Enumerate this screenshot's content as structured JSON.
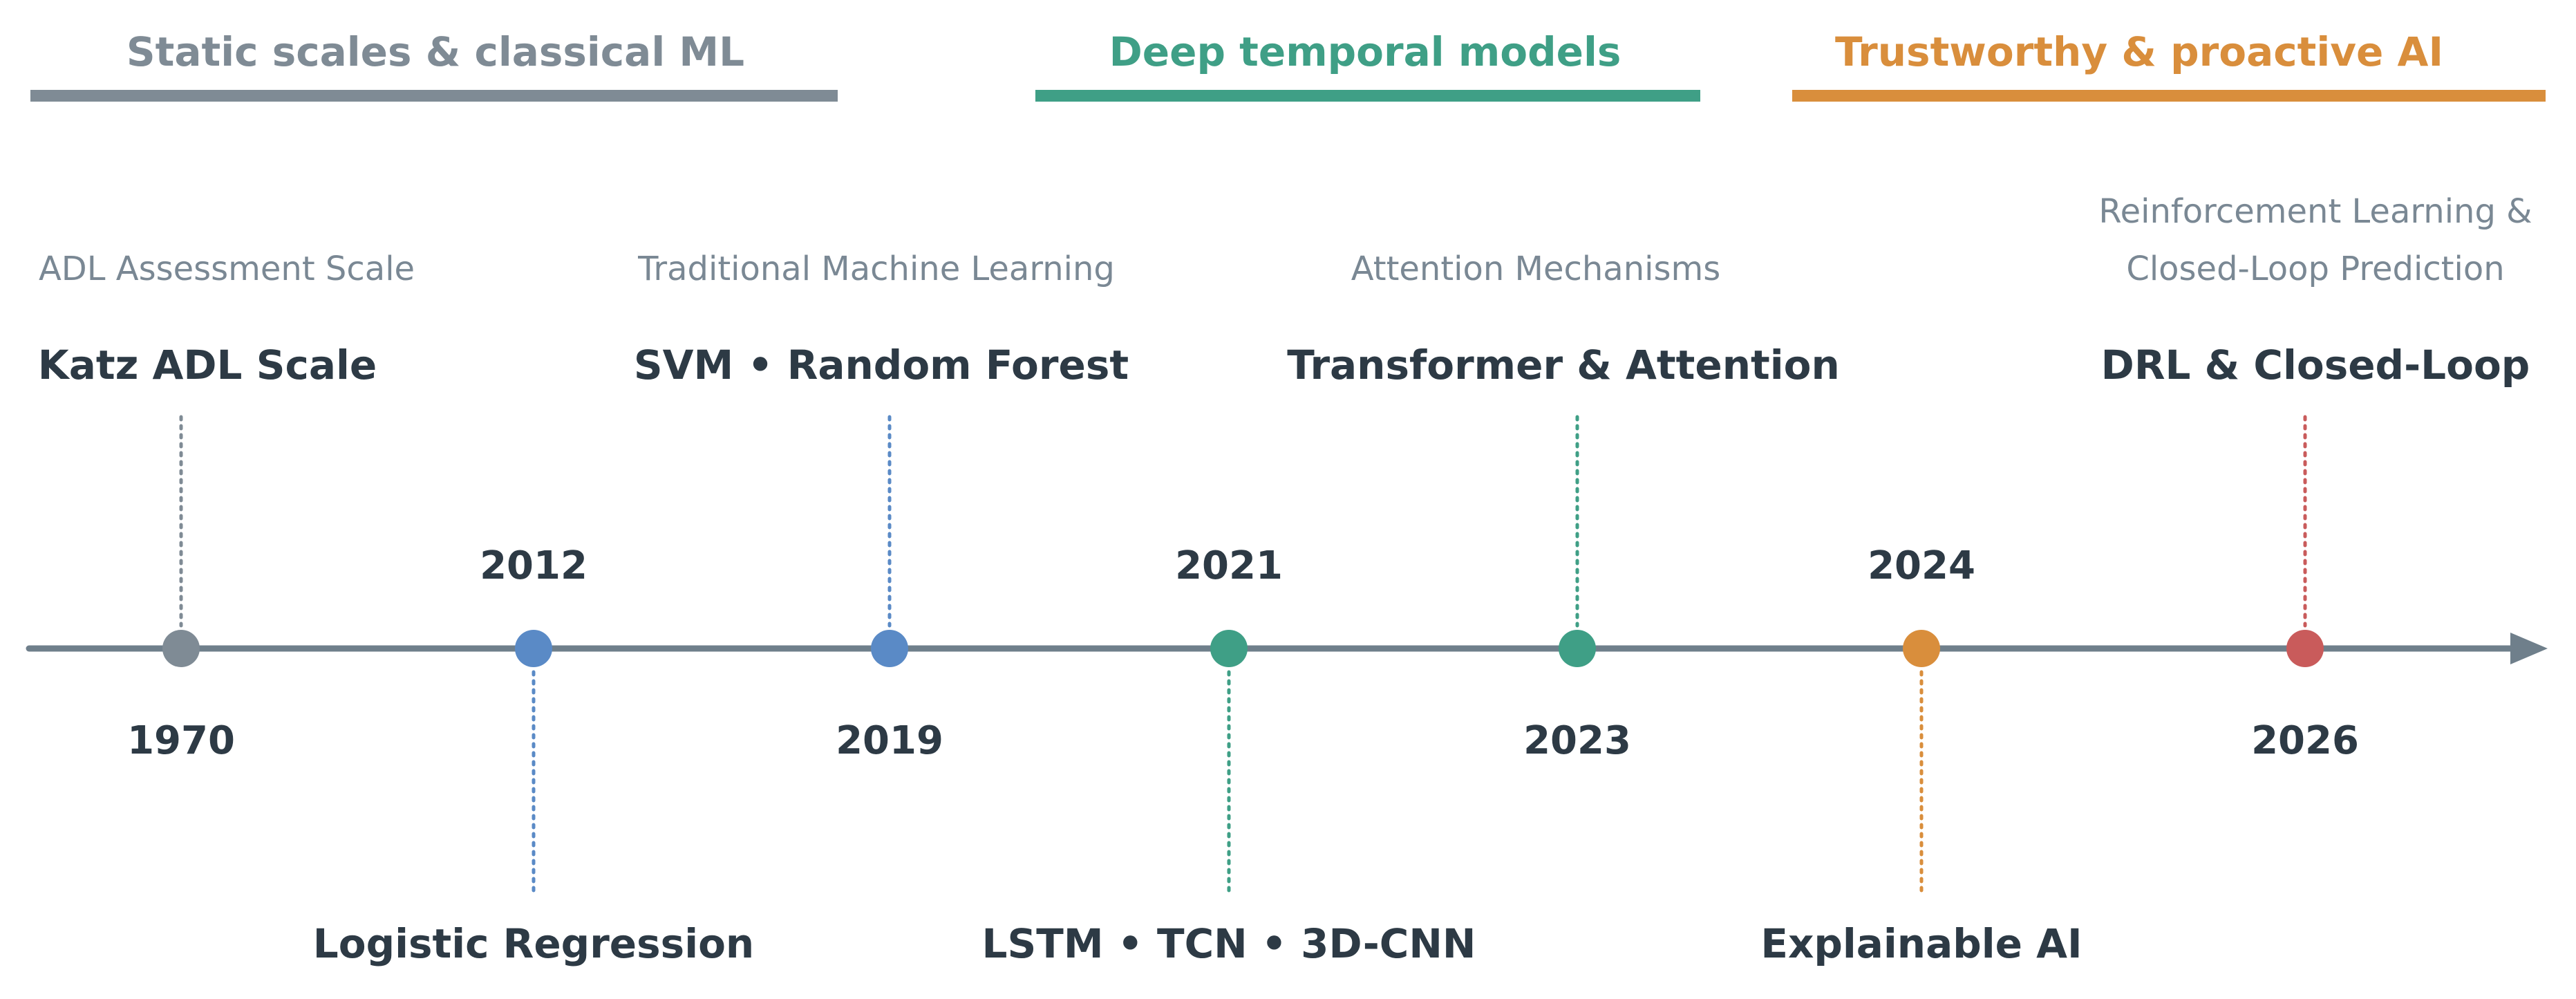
{
  "colors": {
    "gray": "#7f8b95",
    "blue": "#5a8ac6",
    "teal": "#3f9f86",
    "orange": "#d98e3c",
    "red": "#c95b5b",
    "axis": "#6f7f8b",
    "text_dark": "#2d3a45",
    "text_light": "#7a8894"
  },
  "phases": [
    {
      "label": "Static scales & classical ML",
      "color": "#7f8b95"
    },
    {
      "label": "Deep temporal models",
      "color": "#3f9f86"
    },
    {
      "label": "Trustworthy & proactive AI",
      "color": "#d98e3c"
    }
  ],
  "milestones": [
    {
      "year": "1970",
      "side": "top",
      "color": "#7f8b95",
      "category": [
        "ADL Assessment Scale"
      ],
      "method": "Katz ADL Scale"
    },
    {
      "year": "2012",
      "side": "bottom",
      "color": "#5a8ac6",
      "category": [],
      "method": "Logistic Regression"
    },
    {
      "year": "2019",
      "side": "top",
      "color": "#5a8ac6",
      "category": [
        "Traditional Machine Learning"
      ],
      "method": "SVM  •  Random Forest"
    },
    {
      "year": "2021",
      "side": "bottom",
      "color": "#3f9f86",
      "category": [],
      "method": "LSTM  •  TCN  •  3D-CNN"
    },
    {
      "year": "2023",
      "side": "top",
      "color": "#3f9f86",
      "category": [
        "Attention Mechanisms"
      ],
      "method": "Transformer & Attention"
    },
    {
      "year": "2024",
      "side": "bottom",
      "color": "#d98e3c",
      "category": [],
      "method": "Explainable AI"
    },
    {
      "year": "2026",
      "side": "top",
      "color": "#c95b5b",
      "category": [
        "Reinforcement Learning &",
        "Closed-Loop Prediction"
      ],
      "method": "DRL & Closed-Loop"
    }
  ]
}
